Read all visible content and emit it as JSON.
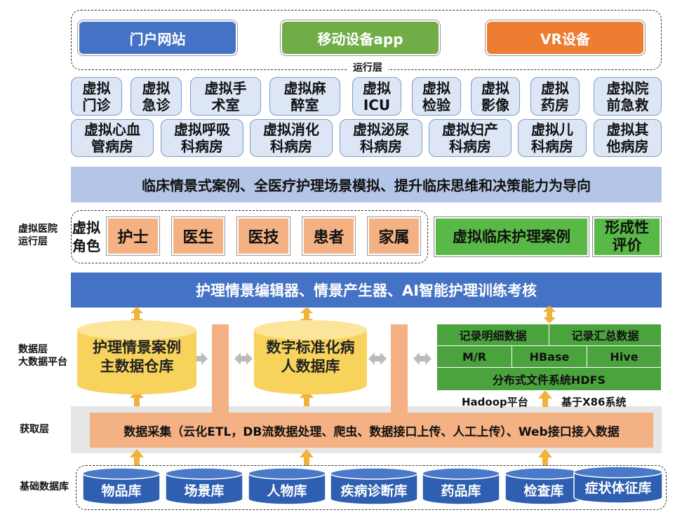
{
  "run_layer": {
    "label": "运行层",
    "portals": [
      {
        "label": "门户网站",
        "color": "#4472c4"
      },
      {
        "label": "移动设备app",
        "color": "#70ad47"
      },
      {
        "label": "VR设备",
        "color": "#ed7d31"
      }
    ]
  },
  "virtual_depts_row1": [
    "虚拟\n门诊",
    "虚拟\n急诊",
    "虚拟手\n术室",
    "虚拟麻\n醉室",
    "虚拟\nICU",
    "虚拟\n检验",
    "虚拟\n影像",
    "虚拟\n药房",
    "虚拟院\n前急救"
  ],
  "virtual_depts_row2": [
    "虚拟心血\n管病房",
    "虚拟呼吸\n科病房",
    "虚拟消化\n科病房",
    "虚拟泌尿\n科病房",
    "虚拟妇产\n科病房",
    "虚拟儿\n科病房",
    "虚拟其\n他病房"
  ],
  "guidance_band": "临床情景式案例、全医疗护理场景模拟、提升临床思维和决策能力为导向",
  "hospital_layer": {
    "side_label": "虚拟医院\n运行层",
    "roles_title": "虚拟\n角色",
    "roles": [
      "护士",
      "医生",
      "医技",
      "患者",
      "家属"
    ],
    "case_button": "虚拟临床护理案例",
    "eval_button": "形成性\n评价"
  },
  "editor_band": "护理情景编辑器、情景产生器、AI智能护理训练考核",
  "data_layer": {
    "side_label": "数据层\n大数据平台",
    "warehouse": "护理情景案例\n主数据仓库",
    "patient_db": "数字标准化病\n人数据库",
    "hadoop": {
      "row1": [
        "记录明细数据",
        "记录汇总数据"
      ],
      "row2": [
        "M/R",
        "HBase",
        "Hive"
      ],
      "row3": "分布式文件系统HDFS",
      "platform_note": "Hadoop平台",
      "x86_note": "基于X86系统"
    }
  },
  "acquire_layer": {
    "side_label": "获取层",
    "text": "数据采集（云化ETL，DB流数据处理、爬虫、数据接口上传、人工上传）、Web接口接入数据"
  },
  "base_layer": {
    "side_label": "基础数据库",
    "dbs": [
      "物品库",
      "场景库",
      "人物库",
      "疾病诊断库",
      "药品库",
      "检查库",
      "症状体征库"
    ]
  },
  "colors": {
    "blue": "#4472c4",
    "light_blue": "#b4c6e7",
    "orange": "#f4b183",
    "green": "#58b947",
    "yellow": "#f7d35c",
    "arrow": "#f2b13c"
  }
}
